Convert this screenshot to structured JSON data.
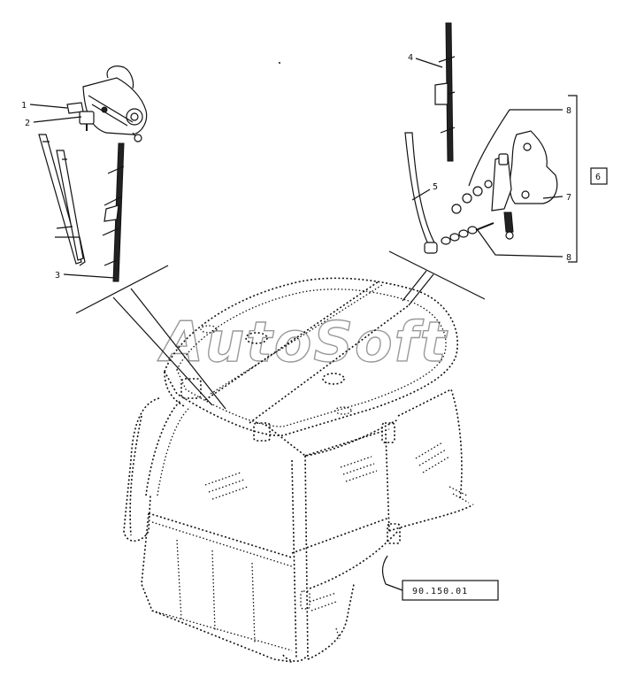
{
  "watermark": "AutoSoft",
  "callouts": {
    "c1": "1",
    "c2": "2",
    "c3": "3",
    "c4": "4",
    "c5": "5",
    "c6": "6",
    "c7": "7",
    "c8a": "8",
    "c8b": "8"
  },
  "reference_box": "90.150.01"
}
